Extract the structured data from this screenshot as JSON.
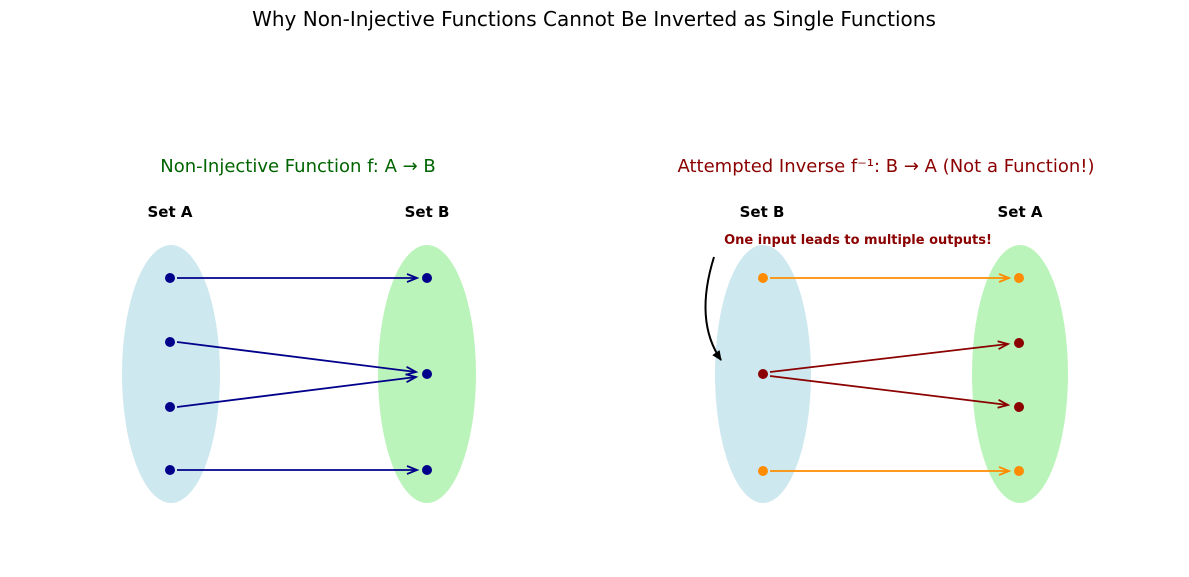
{
  "figure": {
    "title": "Why Non-Injective Functions Cannot Be Inverted as Single Functions",
    "background": "#FFFFFF"
  },
  "left_panel": {
    "title": "Non-Injective Function f: A → B",
    "title_color": "#006400",
    "left_set_label": "Set A",
    "right_set_label": "Set B",
    "dot_and_arrow_color": "#00008B",
    "left_dot_count": 4,
    "right_dot_count": 3,
    "mappings": [
      "a1 → b1",
      "a2 → b2",
      "a3 → b2",
      "a4 → b3"
    ]
  },
  "right_panel": {
    "title": "Attempted Inverse f⁻¹: B → A (Not a Function!)",
    "title_color": "#8B0000",
    "left_set_label": "Set B",
    "right_set_label": "Set A",
    "annotation": "One input leads to multiple outputs!",
    "annotation_color": "#8B0000",
    "single_valued_color": "#FF8C00",
    "multi_valued_color": "#8B0000",
    "left_dot_count": 3,
    "right_dot_count": 4,
    "mappings": [
      "b1 → a1",
      "b2 → a2",
      "b2 → a3",
      "b3 → a4"
    ]
  },
  "colors": {
    "set_ellipse_blue": "rgba(173,216,230,0.6)",
    "set_ellipse_green": "rgba(144,238,144,0.62)",
    "navy": "#00008B",
    "dark_red": "#8B0000",
    "orange": "#FF8C00",
    "dark_green": "#006400",
    "annotation_arrow_black": "#000000"
  }
}
